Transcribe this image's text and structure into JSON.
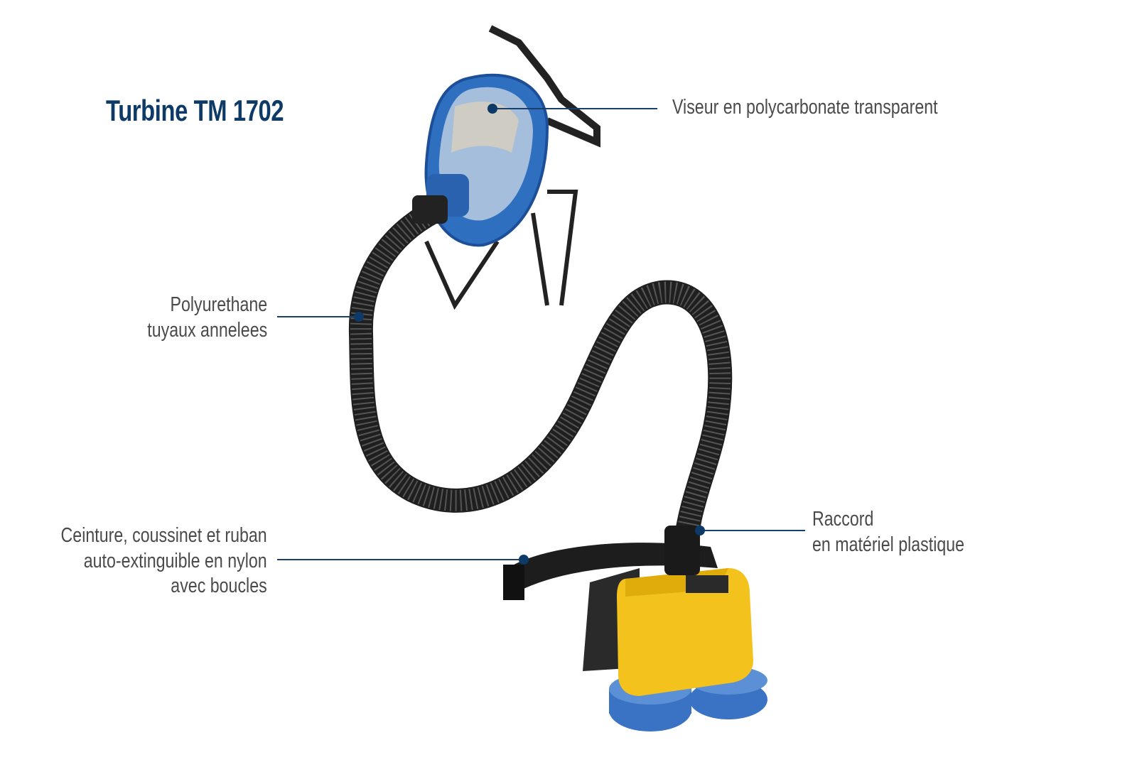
{
  "title": "Turbine TM 1702",
  "callouts": {
    "visor": {
      "lines": [
        "Viseur en polycarbonate transparent"
      ]
    },
    "hose": {
      "lines": [
        "Polyurethane",
        "tuyaux annelees"
      ]
    },
    "belt": {
      "lines": [
        "Ceinture, coussinet et ruban",
        "auto-extinguible en nylon",
        "avec boucles"
      ]
    },
    "connector": {
      "lines": [
        "Raccord",
        "en matériel plastique"
      ]
    }
  },
  "colors": {
    "title": "#0d3a66",
    "leader": "#1a3f6b",
    "label": "#4a4a4a",
    "turbine": "#f4c21d",
    "mask": "#2f6fc0",
    "filter": "#3a72c4"
  }
}
